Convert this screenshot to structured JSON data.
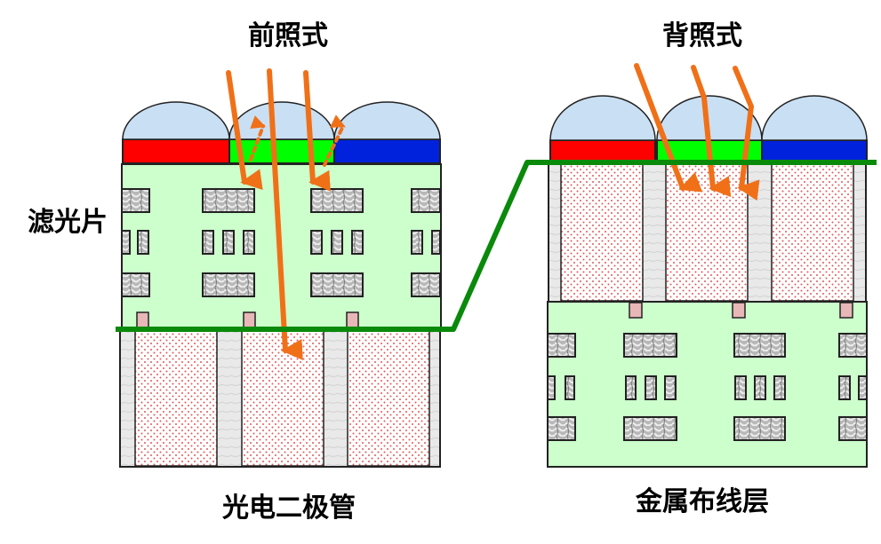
{
  "labels": {
    "front_title": "前照式",
    "back_title": "背照式",
    "filter": "滤光片",
    "photodiode": "光电二极管",
    "metal_layer": "金属布线层"
  },
  "colors": {
    "lens": "#c9dff3",
    "filter_red": "#ff0000",
    "filter_green": "#00ff00",
    "filter_blue": "#0022dd",
    "dielectric": "#ccffcc",
    "metal": "#a9a9a9",
    "diode_dots": "#e07070",
    "isolation": "#e6e6e6",
    "contact": "#e8b7b7",
    "boundary_line": "#0a8a0a",
    "light_ray": "#f07018"
  }
}
